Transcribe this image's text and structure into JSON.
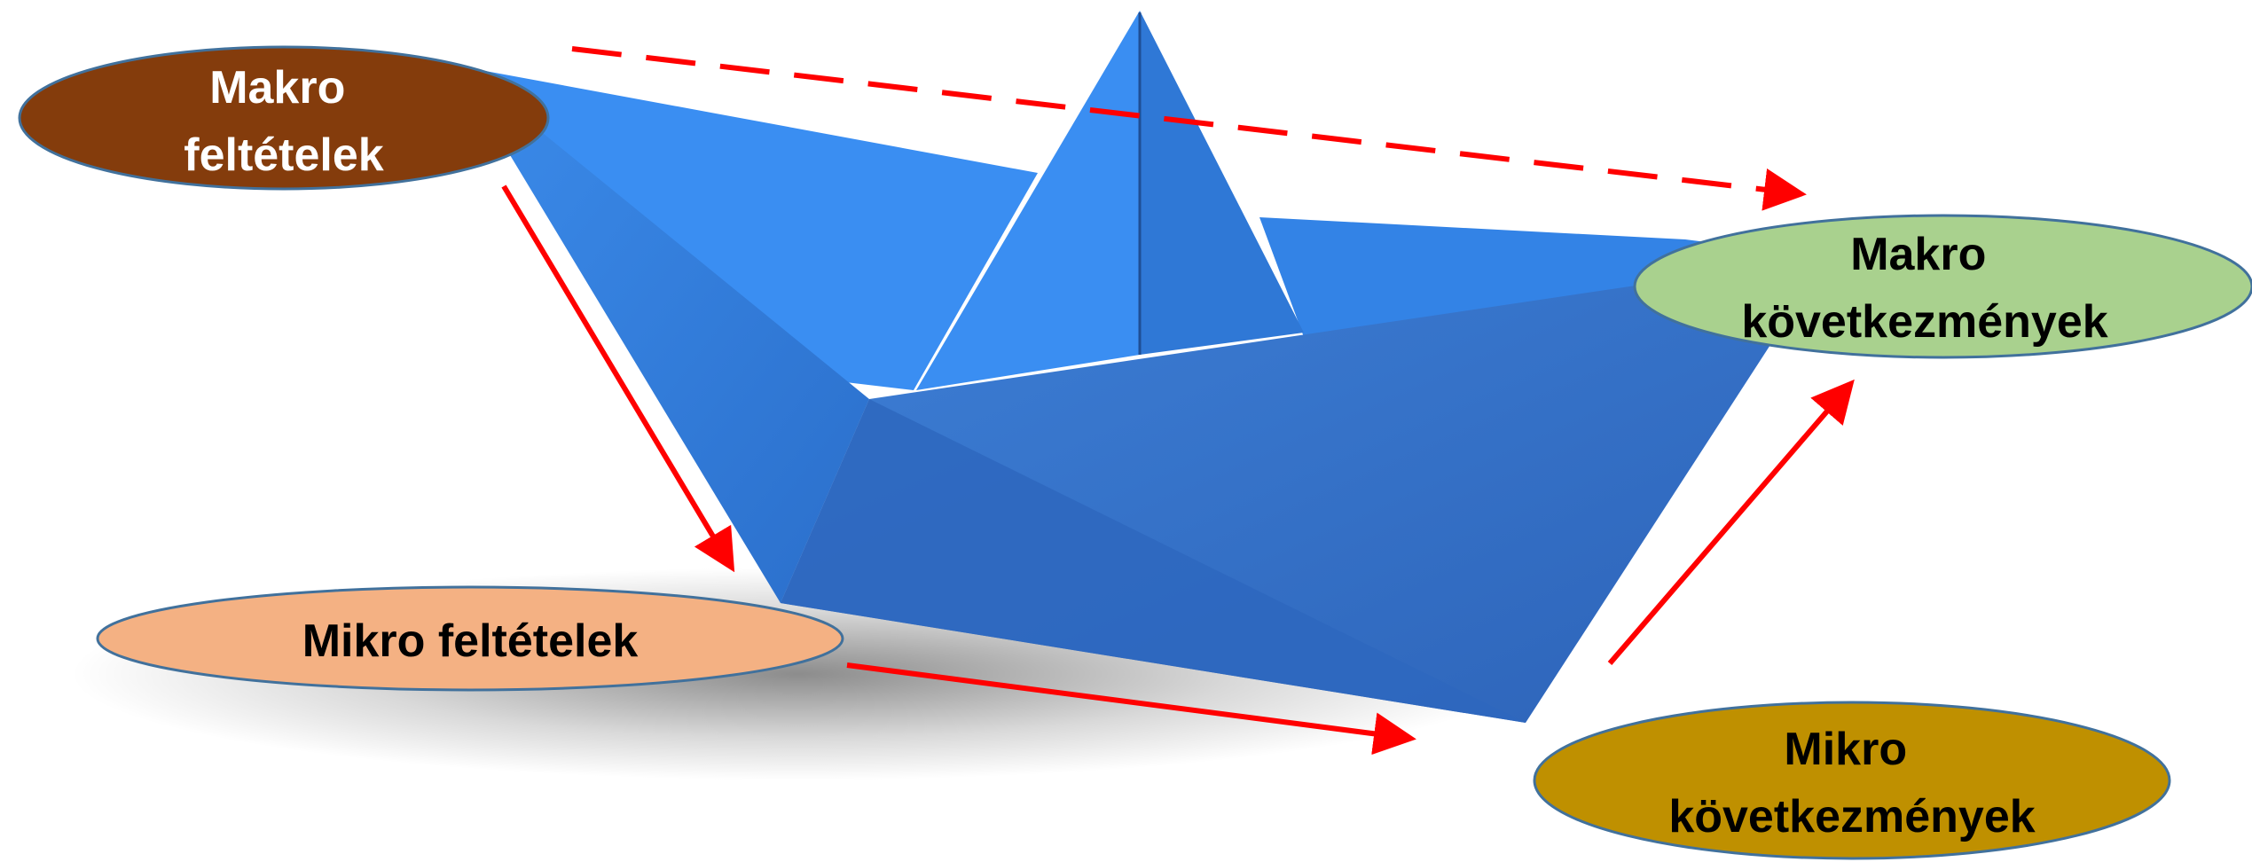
{
  "diagram": {
    "nodes": {
      "macro_conditions": {
        "lines": [
          "Makro",
          "feltételek"
        ],
        "fill": "#843C0C",
        "text_color": "#FFFFFF"
      },
      "macro_consequences": {
        "lines": [
          "Makro",
          "következmények"
        ],
        "fill": "#A9D18E",
        "text_color": "#000000"
      },
      "micro_conditions": {
        "lines": [
          "Mikro feltételek"
        ],
        "fill": "#F4B183",
        "text_color": "#000000"
      },
      "micro_consequences": {
        "lines": [
          "Mikro",
          "következmények"
        ],
        "fill": "#BF9000",
        "text_color": "#000000"
      }
    },
    "edges": [
      {
        "from": "macro_conditions",
        "to": "macro_consequences",
        "style": "dashed"
      },
      {
        "from": "macro_conditions",
        "to": "micro_conditions",
        "style": "solid"
      },
      {
        "from": "micro_conditions",
        "to": "micro_consequences",
        "style": "solid"
      },
      {
        "from": "micro_consequences",
        "to": "macro_consequences",
        "style": "solid"
      }
    ],
    "colors": {
      "arrow": "#FF0000",
      "ellipse_stroke": "#41719C",
      "boat_light": "#3A8EF2",
      "boat_mid": "#2F78D6",
      "boat_dark": "#2458A8"
    },
    "illustration": "paper-boat"
  }
}
